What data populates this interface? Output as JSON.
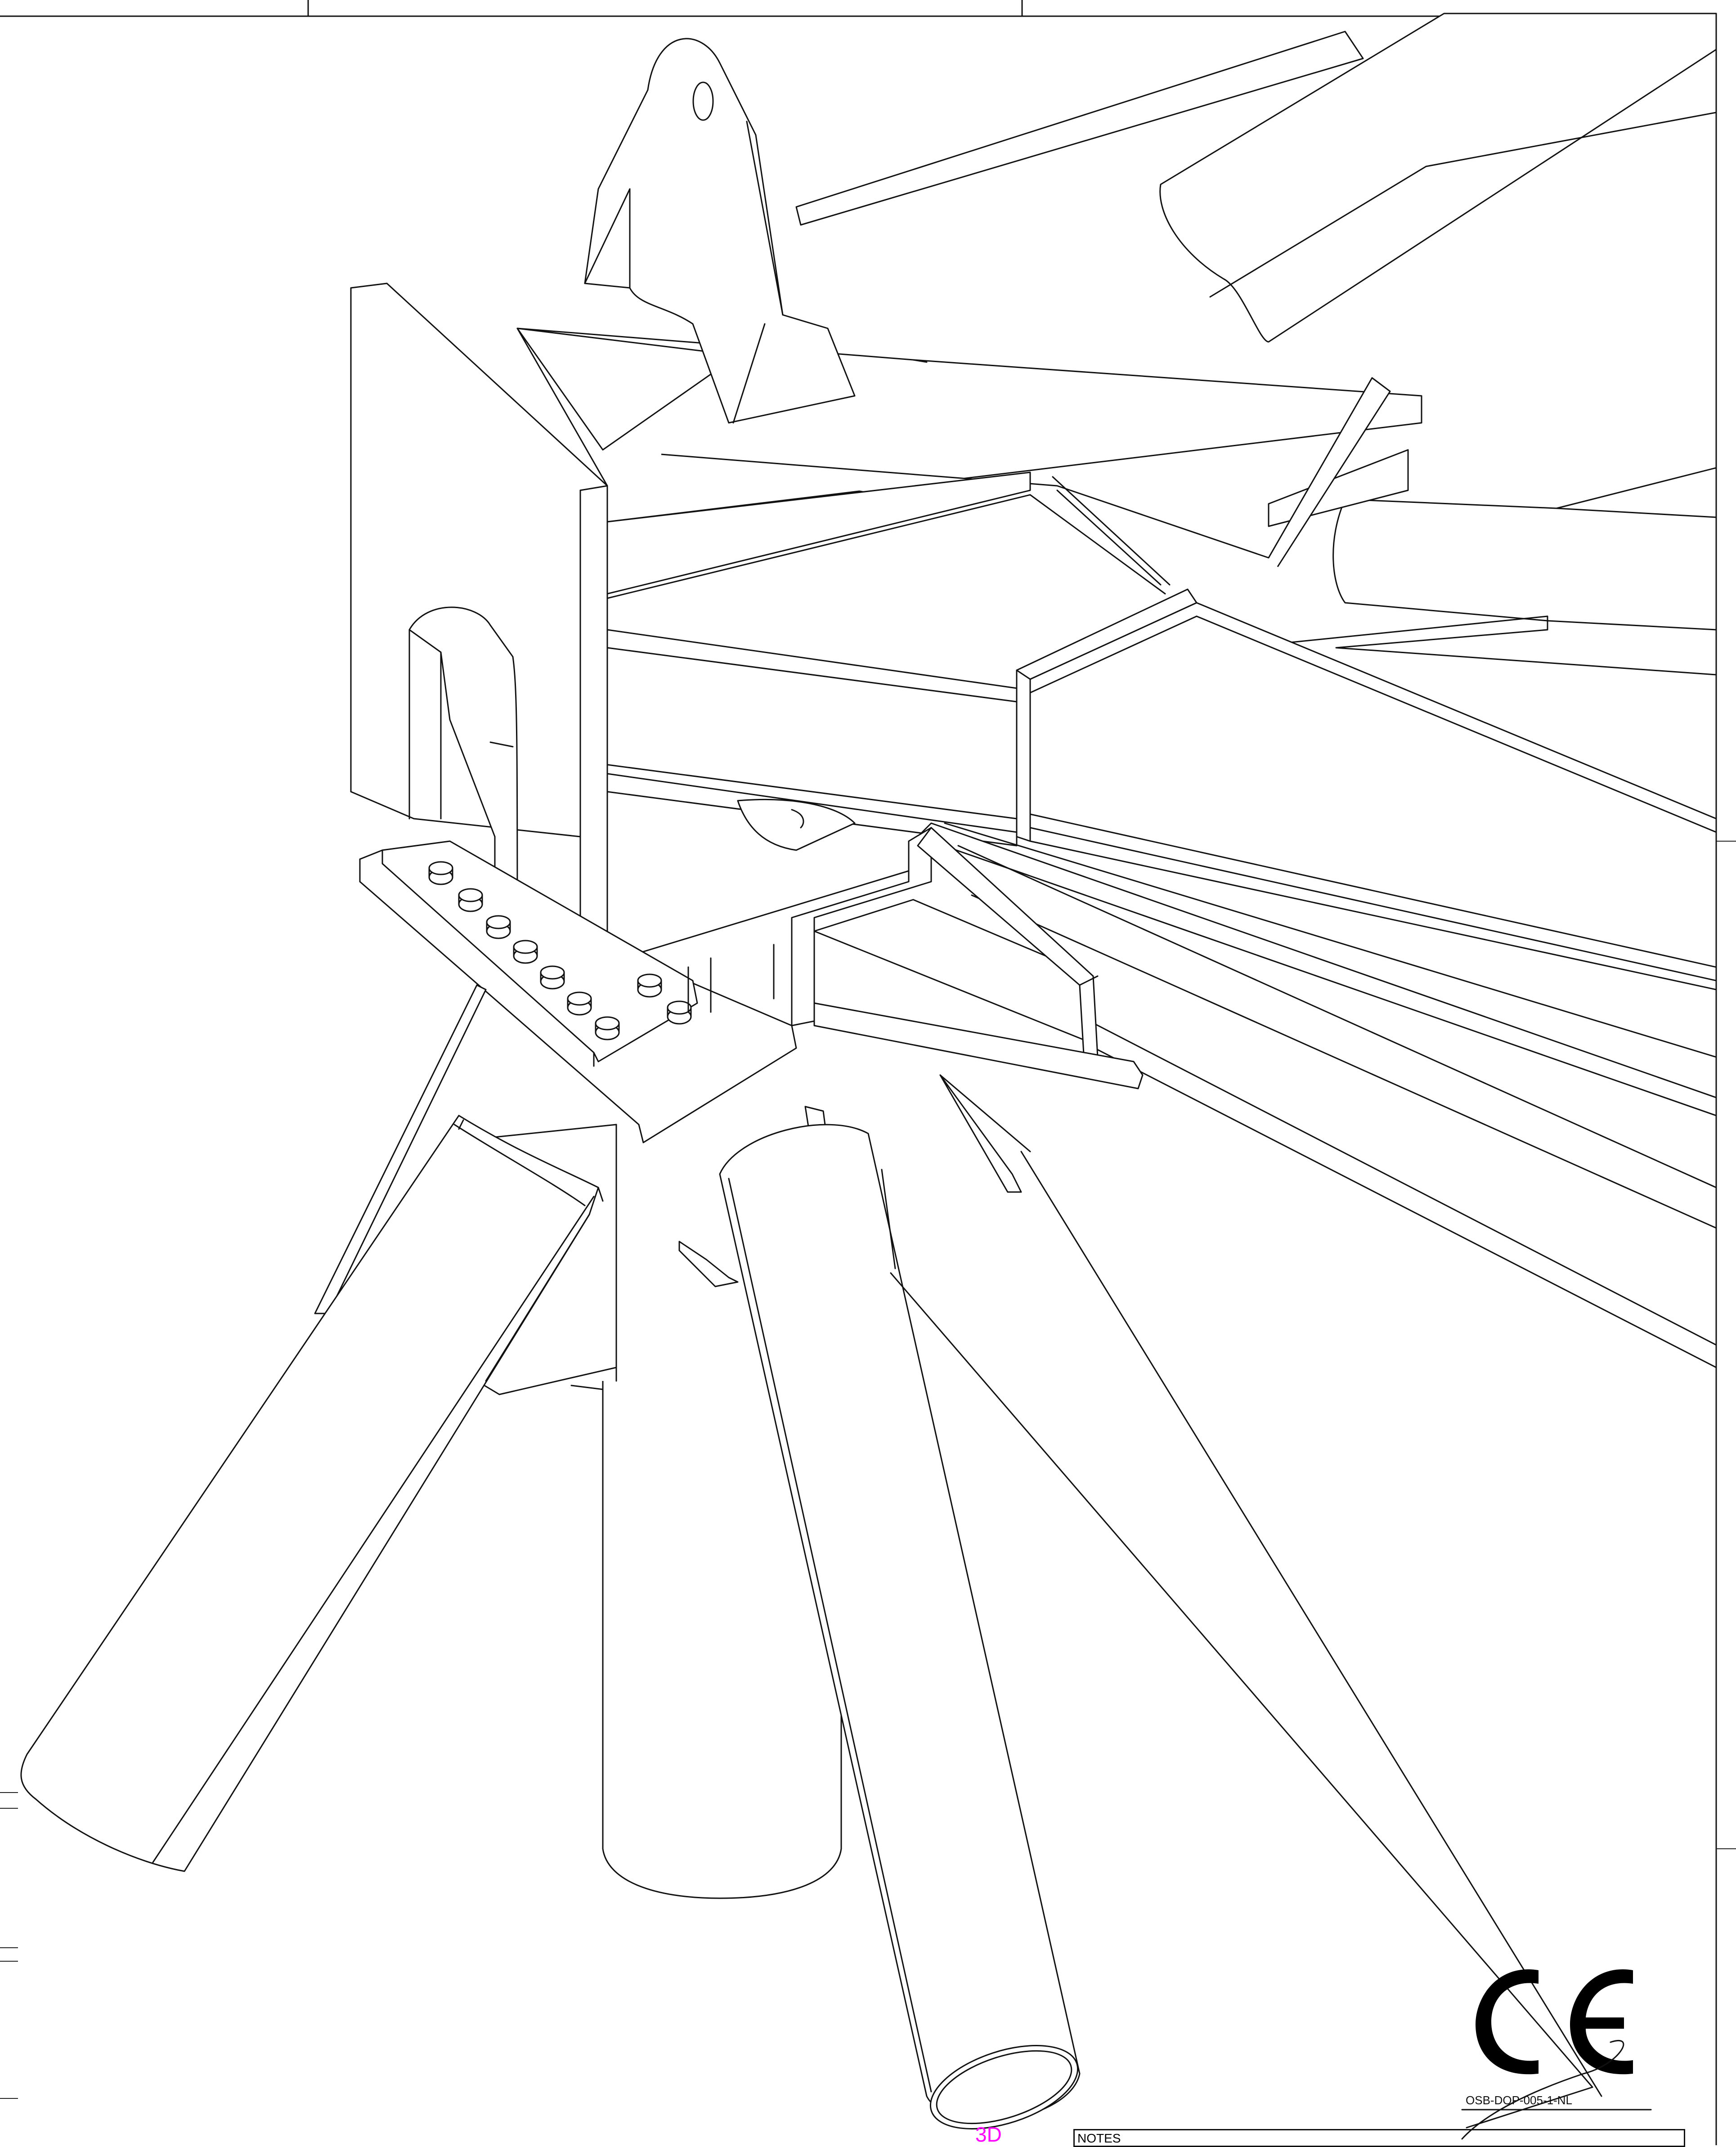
{
  "drawing": {
    "view_label": "3D",
    "notes_label": "NOTES",
    "certification_mark": "CE",
    "document_code": "OSB-DOP-005-1-NL"
  },
  "colors": {
    "line": "#111111",
    "view_label": "#ff00ff",
    "background": "#ffffff"
  }
}
